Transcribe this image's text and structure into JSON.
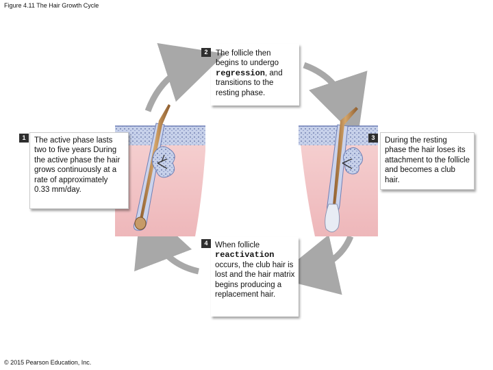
{
  "figure_title": "Figure 4.11 The Hair Growth Cycle",
  "copyright": "© 2015 Pearson Education, Inc.",
  "colors": {
    "dermis": "#f2c4c6",
    "epidermis": "#c7d1ea",
    "hair_shaft": "#b9874f",
    "arrow": "#a8a8a8",
    "badge": "#2e2e2e"
  },
  "steps": [
    {
      "number": "1",
      "text": "The active phase lasts two to five years During the active phase the hair grows continuously at a rate of approximately 0.33 mm/day."
    },
    {
      "number": "2",
      "text_before": "The follicle then begins to undergo ",
      "keyword": "regression",
      "text_after": ", and transitions to the resting phase."
    },
    {
      "number": "3",
      "text": "During the resting phase the hair loses its attachment to the follicle and becomes a club hair."
    },
    {
      "number": "4",
      "text_before": "When follicle ",
      "keyword": "reactivation",
      "text_after": " occurs, the club hair is lost and the hair matrix begins producing a replacement hair."
    }
  ]
}
